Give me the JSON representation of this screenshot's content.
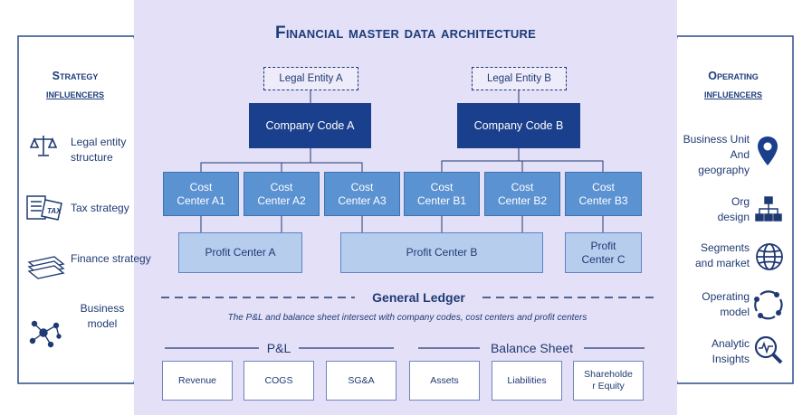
{
  "title": "Financial master data architecture",
  "legal_entities": [
    "Legal Entity A",
    "Legal Entity B"
  ],
  "company_codes": [
    "Company Code A",
    "Company Code B"
  ],
  "cost_centers": [
    "Cost\nCenter A1",
    "Cost\nCenter A2",
    "Cost\nCenter A3",
    "Cost\nCenter B1",
    "Cost\nCenter B2",
    "Cost\nCenter B3"
  ],
  "profit_centers": [
    "Profit Center A",
    "Profit Center B",
    "Profit\nCenter C"
  ],
  "general_ledger": {
    "title": "General Ledger",
    "subtitle": "The P&L and balance sheet intersect with company codes, cost centers and profit centers"
  },
  "pnl": {
    "label": "P&L",
    "items": [
      "Revenue",
      "COGS",
      "SG&A"
    ]
  },
  "balance_sheet": {
    "label": "Balance Sheet",
    "items": [
      "Assets",
      "Liabilities",
      "Shareholde\nr Equity"
    ]
  },
  "strategy": {
    "title_line1": "Strategy",
    "title_line2": "influencers",
    "items": [
      {
        "label": "Legal entity\nstructure",
        "icon": "scales-icon"
      },
      {
        "label": "Tax strategy",
        "icon": "tax-document-icon"
      },
      {
        "label": "Finance strategy",
        "icon": "money-stack-icon"
      },
      {
        "label": "Business\nmodel",
        "icon": "network-icon"
      }
    ]
  },
  "operating": {
    "title_line1": "Operating",
    "title_line2": "influencers",
    "items": [
      {
        "label": "Business Unit\nAnd\ngeography",
        "icon": "location-pin-icon"
      },
      {
        "label": "Org\ndesign",
        "icon": "org-chart-icon"
      },
      {
        "label": "Segments\nand market",
        "icon": "globe-icon"
      },
      {
        "label": "Operating\nmodel",
        "icon": "cycle-icon"
      },
      {
        "label": "Analytic\nInsights",
        "icon": "analytics-magnifier-icon"
      }
    ]
  },
  "colors": {
    "panel_bg": "#e4e0f7",
    "company_code": "#1a3f8c",
    "cost_center": "#5b92d2",
    "profit_center": "#b7cdee",
    "text": "#1f3a73"
  }
}
